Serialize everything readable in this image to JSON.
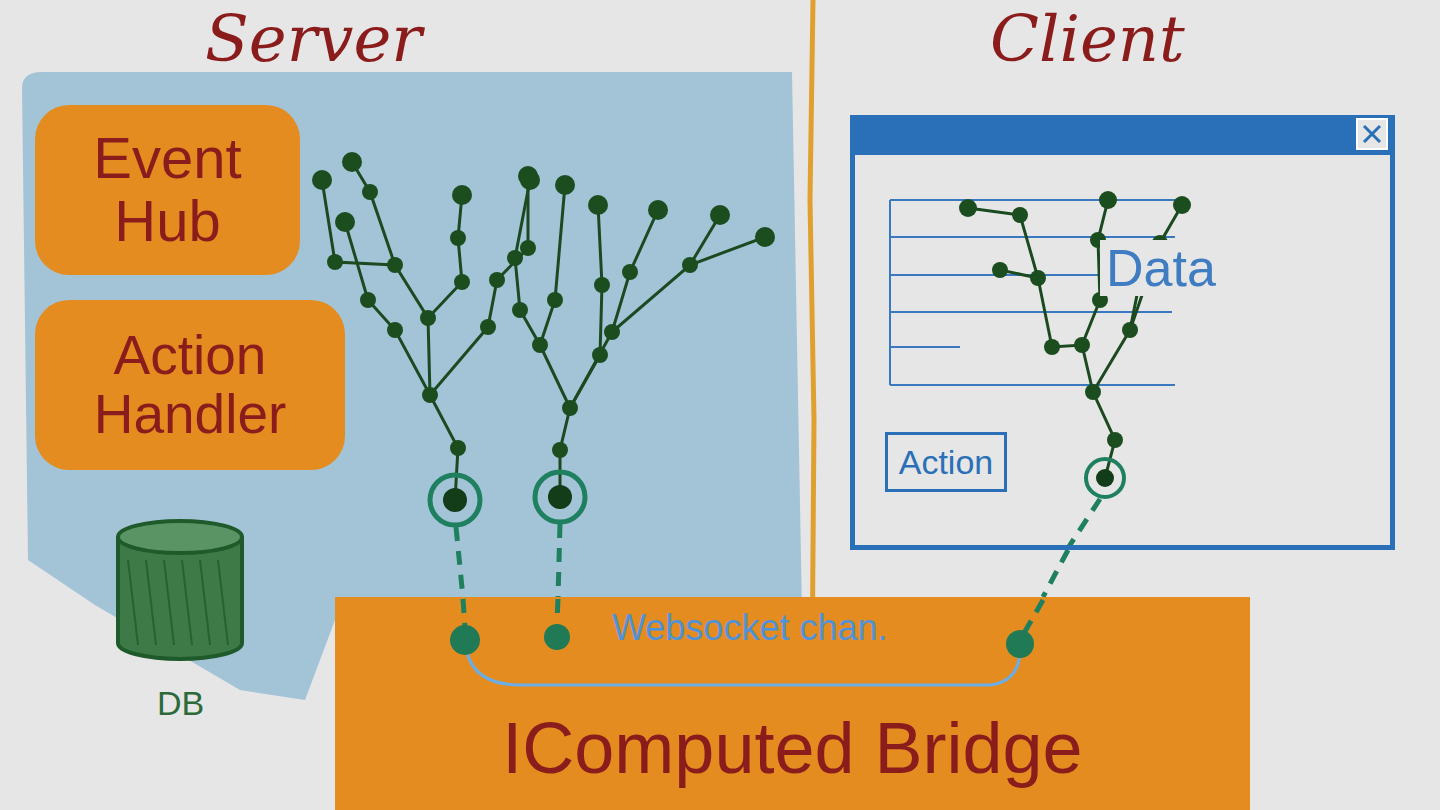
{
  "diagram": {
    "nodes": [
      {
        "text": [
          "Event Hub"
        ]
      },
      {
        "text": [
          "Action Handler"
        ]
      },
      {
        "text": [
          "DB"
        ]
      },
      {
        "text": [
          "Data"
        ]
      },
      {
        "text": [
          "Action"
        ],
        "in": 3
      },
      {
        "text": [
          "IComputed Bridge"
        ]
      }
    ],
    "edges": [
      {
        "from": 3,
        "to": 5,
        "arrow": "none"
      }
    ],
    "labels": [
      "Server",
      "Client",
      "Websocket chan."
    ]
  }
}
